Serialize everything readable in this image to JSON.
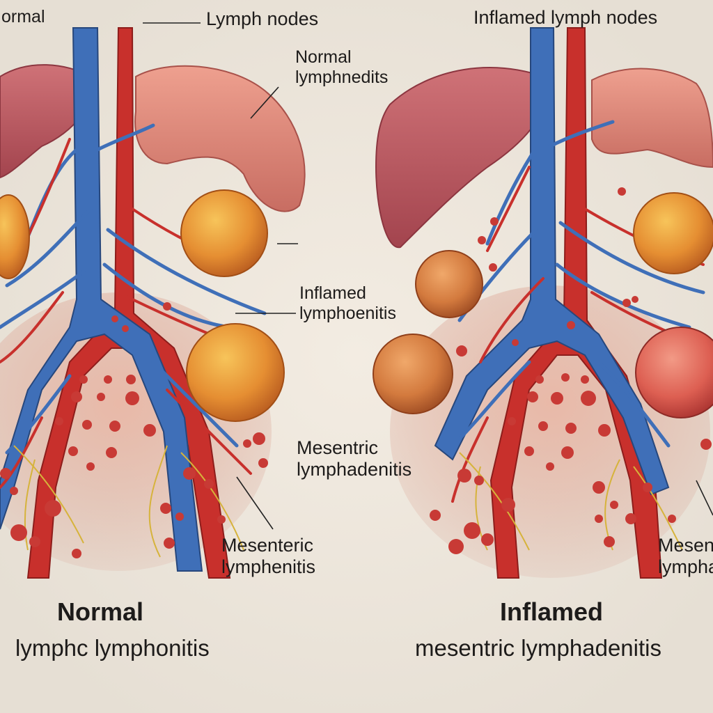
{
  "labels": {
    "top_left_normal": "ormal",
    "lymph_nodes": "Lymph nodes",
    "inflamed_lymph_nodes": "Inflamed lymph nodes",
    "normal_line1": "Normal",
    "normal_line2": "lymphnedits",
    "inflamed_line1": "Inflamed",
    "inflamed_line2": "lymphoenitis",
    "mesentric_line1": "Mesentric",
    "mesentric_line2": "lymphadenitis",
    "mesenteric_line1": "Mesenteric",
    "mesenteric_line2": "lymphenitis",
    "right_mesen_line1": "Mesen",
    "right_mesen_line2": "lympha"
  },
  "captions": {
    "left_title": "Normal",
    "left_subtitle": "lymphc lymphonitis",
    "right_title": "Inflamed",
    "right_subtitle": "mesentric lymphadenitis"
  },
  "colors": {
    "background": "#ece7de",
    "vein": "#3f6fb8",
    "artery": "#c8302c",
    "liver": "#b8575e",
    "stomach": "#d98579",
    "node_normal": "#e59a3a",
    "node_inflamed": "#dd5a4f"
  }
}
